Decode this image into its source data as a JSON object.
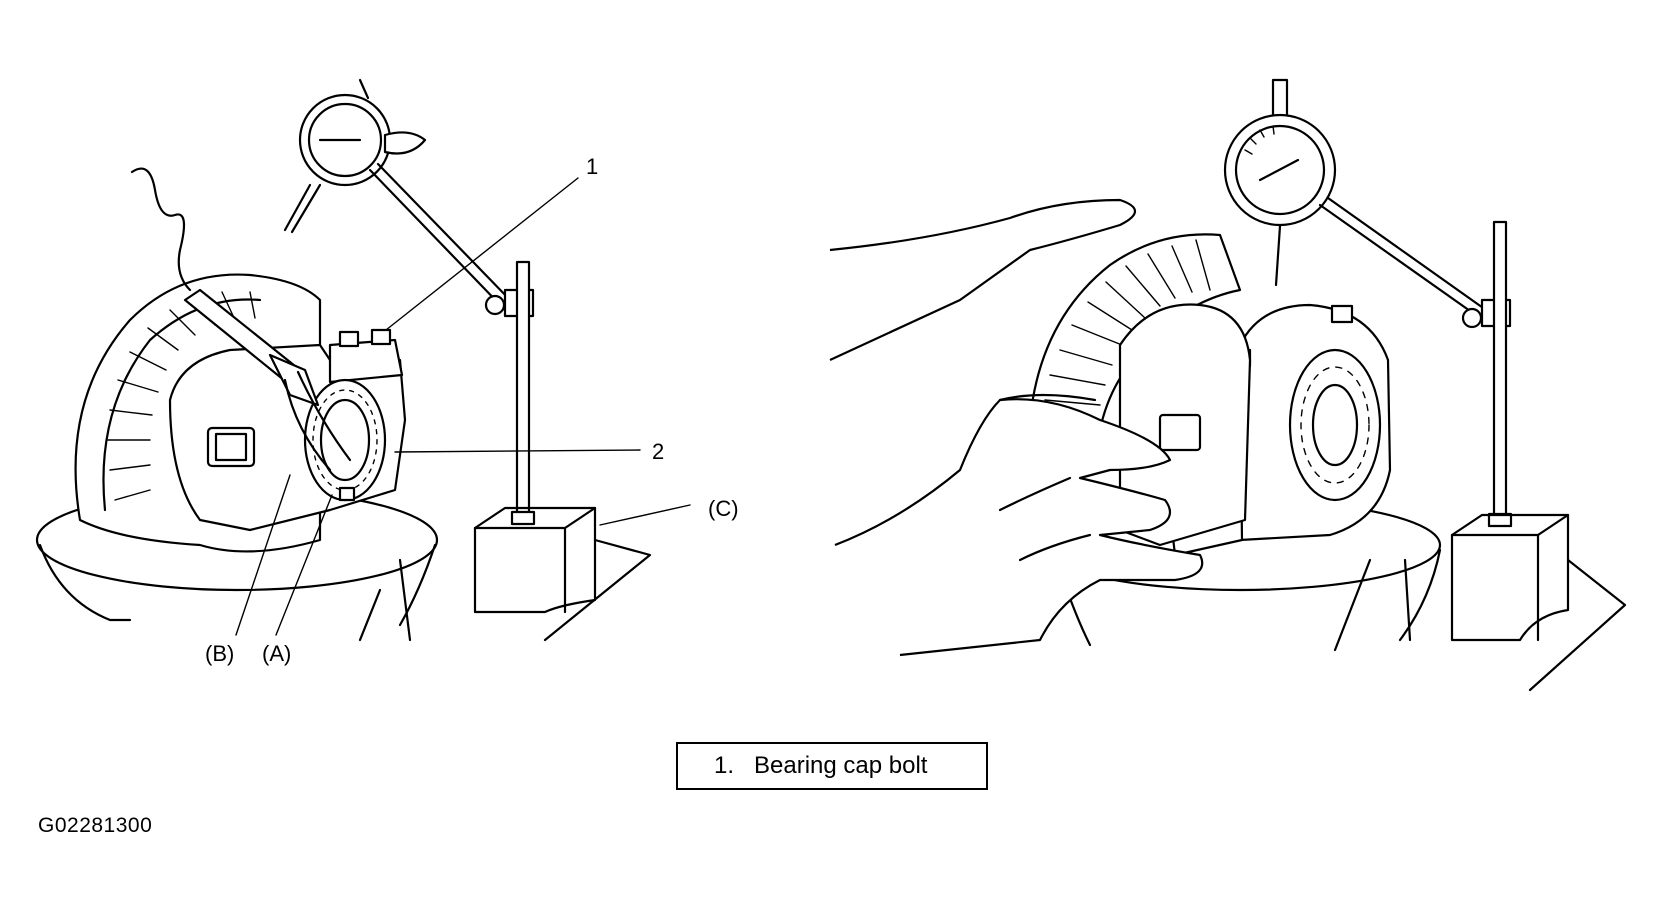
{
  "callouts": {
    "c1": "1",
    "c2": "2",
    "cC": "(C)",
    "cB": "(B)",
    "cA": "(A)"
  },
  "legend": {
    "number": "1.",
    "text": "Bearing cap bolt"
  },
  "figure_code": "G02281300"
}
